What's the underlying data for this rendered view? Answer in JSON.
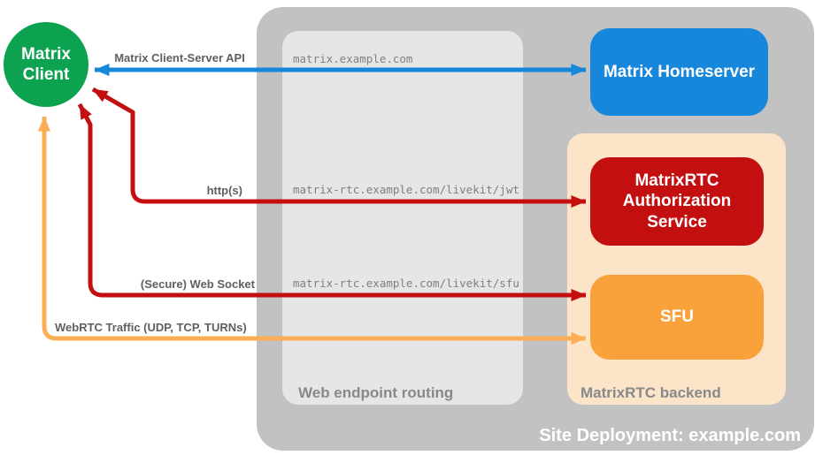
{
  "container": {
    "title": "Site Deployment: example.com"
  },
  "groups": {
    "routing": "Web endpoint routing",
    "backend": "MatrixRTC backend"
  },
  "nodes": {
    "client": "Matrix Client",
    "homeserver": "Matrix Homeserver",
    "auth_service": "MatrixRTC Authorization Service",
    "sfu": "SFU"
  },
  "arrows": [
    {
      "label": "Matrix Client-Server API",
      "endpoint": "matrix.example.com",
      "color": "#1787DC"
    },
    {
      "label": "http(s)",
      "endpoint": "matrix-rtc.example.com/livekit/jwt",
      "color": "#C40F11"
    },
    {
      "label": "(Secure) Web Socket",
      "endpoint": "matrix-rtc.example.com/livekit/sfu",
      "color": "#C40F11"
    },
    {
      "label": "WebRTC Traffic (UDP, TCP, TURNs)",
      "color": "#FBAE55"
    }
  ],
  "colors": {
    "client_green": "#0DA24F",
    "homeserver_blue": "#1787DC",
    "auth_red": "#C40F11",
    "sfu_orange": "#F9A23C",
    "webrtc_orange": "#FBAE55",
    "backend_peach": "#FCE4C8",
    "container_gray": "#C2C2C2",
    "routing_gray": "#E6E6E6"
  }
}
